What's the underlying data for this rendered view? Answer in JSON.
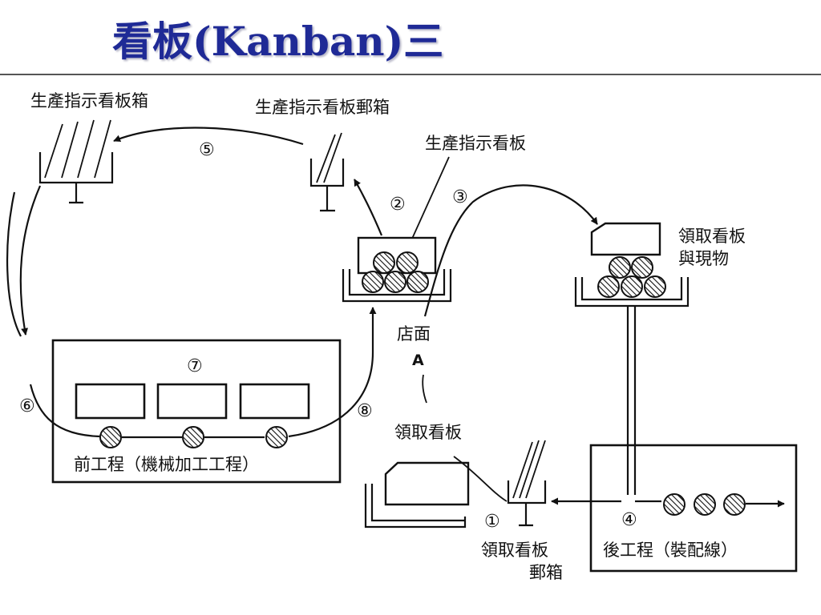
{
  "slide": {
    "title": "看板(Kanban)三"
  },
  "diagram": {
    "labels": {
      "production_kanban_box": "生產指示看板箱",
      "production_kanban_post": "生產指示看板郵箱",
      "production_kanban": "生產指示看板",
      "withdrawal_kanban_goods_line1": "領取看板",
      "withdrawal_kanban_goods_line2": "與現物",
      "store_label": "店面",
      "store_letter": "A",
      "withdrawal_kanban": "領取看板",
      "withdrawal_post_line1": "領取看板",
      "withdrawal_post_line2": "郵箱",
      "preceding_process": "前工程（機械加工工程）",
      "subsequent_process": "後工程（裝配線）"
    },
    "steps": [
      "①",
      "②",
      "③",
      "④",
      "⑤",
      "⑥",
      "⑦",
      "⑧"
    ]
  }
}
